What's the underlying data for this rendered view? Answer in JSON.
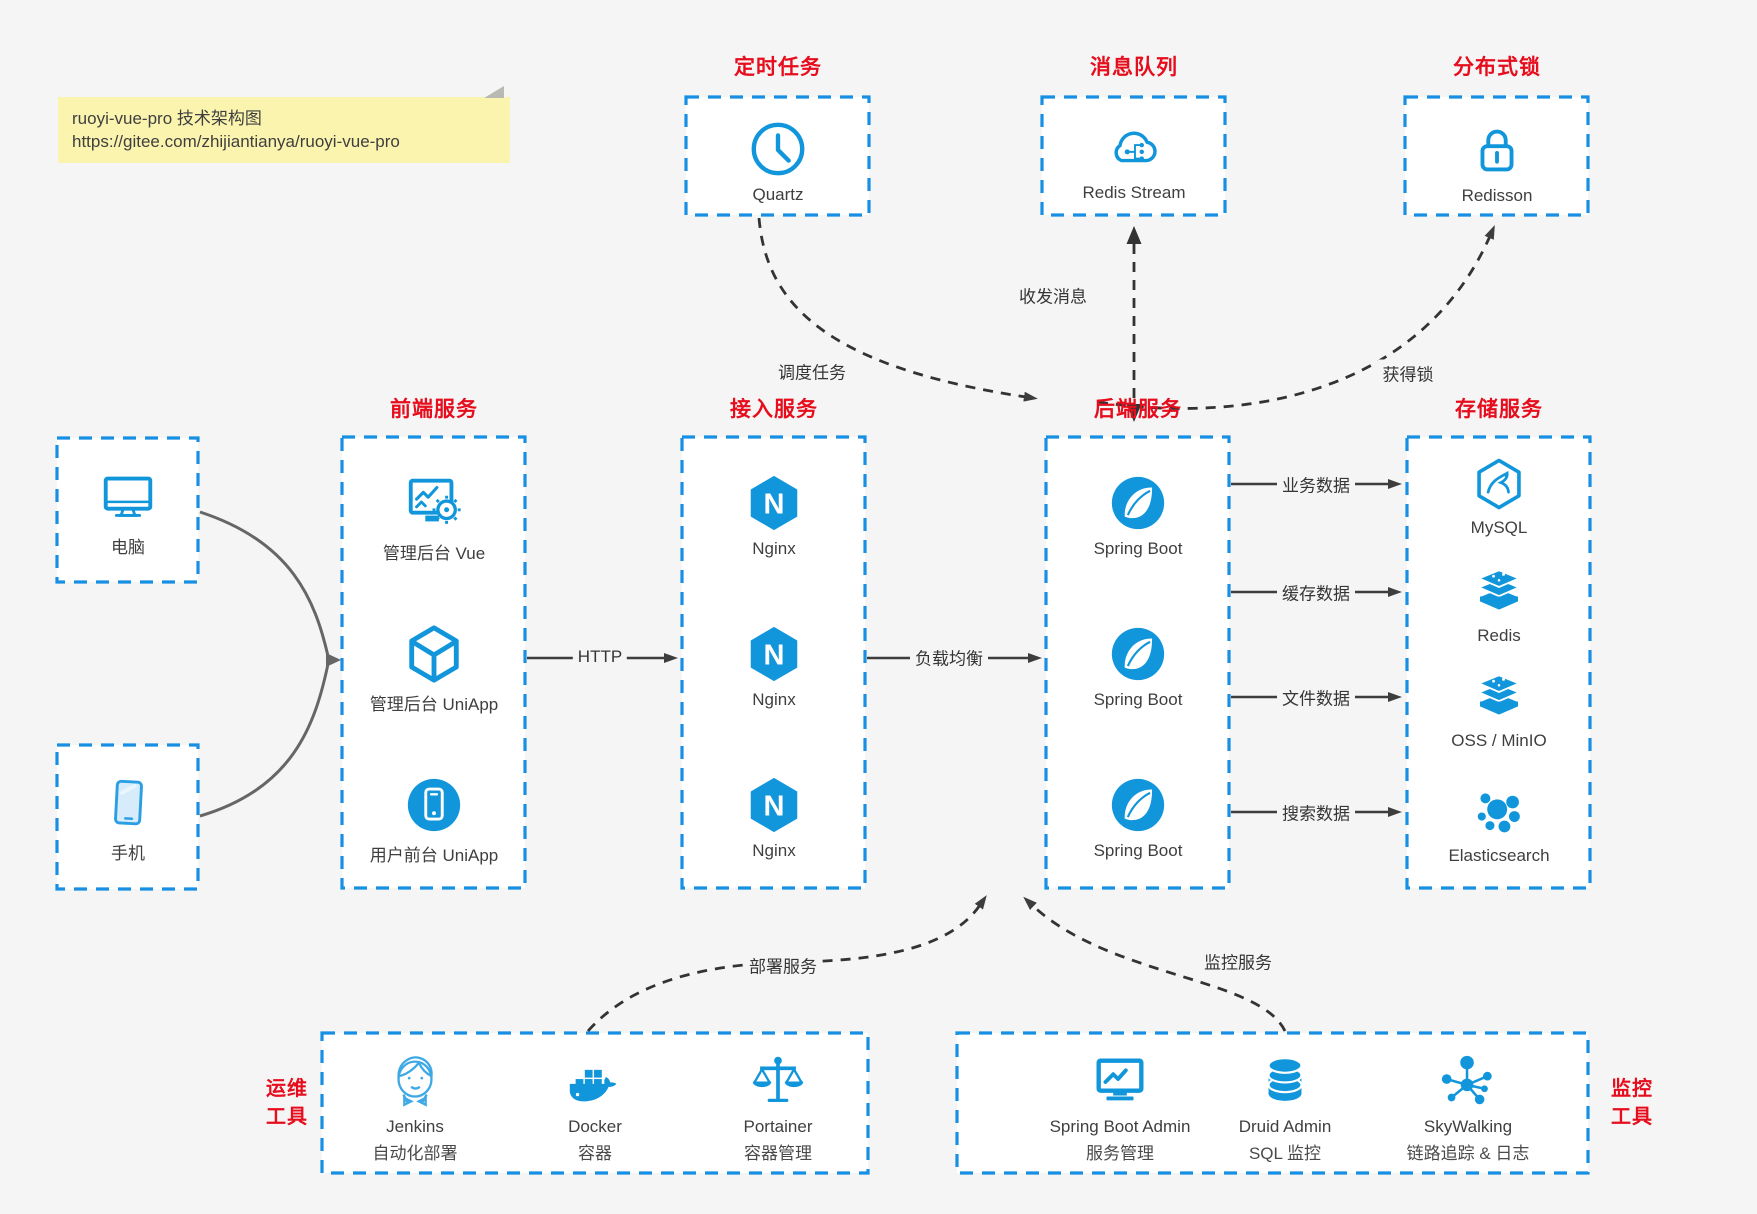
{
  "note": {
    "line1": "ruoyi-vue-pro 技术架构图",
    "line2": "https://gitee.com/zhijiantianya/ruoyi-vue-pro"
  },
  "top_groups": [
    {
      "title": "定时任务",
      "icon": "clock-icon",
      "label": "Quartz"
    },
    {
      "title": "消息队列",
      "icon": "cloud-stream-icon",
      "label": "Redis Stream"
    },
    {
      "title": "分布式锁",
      "icon": "lock-icon",
      "label": "Redisson"
    }
  ],
  "clients": [
    {
      "icon": "desktop-icon",
      "label": "电脑"
    },
    {
      "icon": "phone-icon",
      "label": "手机"
    }
  ],
  "columns": [
    {
      "title": "前端服务",
      "items": [
        {
          "icon": "admin-dashboard-icon",
          "label": "管理后台 Vue"
        },
        {
          "icon": "uniapp-cube-icon",
          "label": "管理后台 UniApp"
        },
        {
          "icon": "mobile-app-icon",
          "label": "用户前台 UniApp"
        }
      ]
    },
    {
      "title": "接入服务",
      "items": [
        {
          "icon": "nginx-icon",
          "label": "Nginx"
        },
        {
          "icon": "nginx-icon",
          "label": "Nginx"
        },
        {
          "icon": "nginx-icon",
          "label": "Nginx"
        }
      ]
    },
    {
      "title": "后端服务",
      "items": [
        {
          "icon": "spring-boot-icon",
          "label": "Spring Boot"
        },
        {
          "icon": "spring-boot-icon",
          "label": "Spring Boot"
        },
        {
          "icon": "spring-boot-icon",
          "label": "Spring Boot"
        }
      ]
    },
    {
      "title": "存储服务",
      "items": [
        {
          "icon": "mysql-icon",
          "label": "MySQL"
        },
        {
          "icon": "redis-stack-icon",
          "label": "Redis"
        },
        {
          "icon": "storage-stack-icon",
          "label": "OSS / MinIO"
        },
        {
          "icon": "elasticsearch-icon",
          "label": "Elasticsearch"
        }
      ]
    }
  ],
  "bottom_groups": [
    {
      "side_title_line1": "运维",
      "side_title_line2": "工具",
      "items": [
        {
          "icon": "jenkins-icon",
          "label": "Jenkins",
          "sublabel": "自动化部署"
        },
        {
          "icon": "docker-icon",
          "label": "Docker",
          "sublabel": "容器"
        },
        {
          "icon": "portainer-icon",
          "label": "Portainer",
          "sublabel": "容器管理"
        }
      ]
    },
    {
      "side_title_line1": "监控",
      "side_title_line2": "工具",
      "items": [
        {
          "icon": "spring-boot-admin-icon",
          "label": "Spring Boot Admin",
          "sublabel": "服务管理"
        },
        {
          "icon": "druid-icon",
          "label": "Druid Admin",
          "sublabel": "SQL 监控"
        },
        {
          "icon": "skywalking-icon",
          "label": "SkyWalking",
          "sublabel": "链路追踪 & 日志"
        }
      ]
    }
  ],
  "edge_labels": {
    "http": "HTTP",
    "load_balance": "负载均衡",
    "business_data": "业务数据",
    "cache_data": "缓存数据",
    "file_data": "文件数据",
    "search_data": "搜索数据",
    "schedule": "调度任务",
    "messages": "收发消息",
    "lock": "获得锁",
    "deploy": "部署服务",
    "monitor": "监控服务"
  },
  "colors": {
    "accent_blue": "#1296db",
    "border_blue": "#1790e4",
    "title_red": "#e60d1d",
    "arrow_dark": "#3d3d3d",
    "client_arrow_gray": "#666666",
    "note_bg": "#fbf4ae",
    "page_bg": "#f5f5f6"
  }
}
